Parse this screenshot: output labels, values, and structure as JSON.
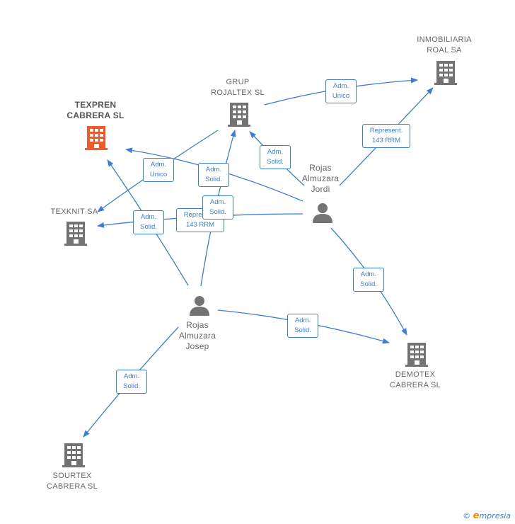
{
  "colors": {
    "edge": "#3a7fd5",
    "building": "#737373",
    "building_focus": "#f05a28",
    "person": "#737373"
  },
  "nodes": {
    "texpren": {
      "label": "TEXPREN\nCABRERA  SL",
      "icon": "building-icon",
      "focus": true
    },
    "grup": {
      "label": "GRUP\nROJALTEX SL",
      "icon": "building-icon"
    },
    "inmobiliaria": {
      "label": "INMOBILIARIA\nROAL SA",
      "icon": "building-icon"
    },
    "texknit": {
      "label": "TEXKNIT SA",
      "icon": "building-icon"
    },
    "demotex": {
      "label": "DEMOTEX\nCABRERA  SL",
      "icon": "building-icon"
    },
    "sourtex": {
      "label": "SOURTEX\nCABRERA  SL",
      "icon": "building-icon"
    },
    "jordi": {
      "label": "Rojas\nAlmuzara\nJordi",
      "icon": "person-icon"
    },
    "josep": {
      "label": "Rojas\nAlmuzara\nJosep",
      "icon": "person-icon"
    }
  },
  "edge_labels": {
    "grup_inmobiliaria": "Adm.\nUnico",
    "jordi_inmobiliaria": "Represent.\n143 RRM",
    "jordi_grup": "Adm.\nSolid.",
    "grup_texknit": "Adm.\nUnico",
    "jordi_texpren": "Adm.\nSolid.",
    "josep_texpren": "Adm.\nSolid.",
    "jordi_texknit": "Represent.\n143 RRM",
    "josep_grup": "Adm.\nSolid.",
    "jordi_demotex": "Adm.\nSolid.",
    "josep_demotex": "Adm.\nSolid.",
    "josep_sourtex": "Adm.\nSolid."
  },
  "brand": {
    "copyright": "©",
    "initial": "e",
    "rest": "mpresia"
  }
}
